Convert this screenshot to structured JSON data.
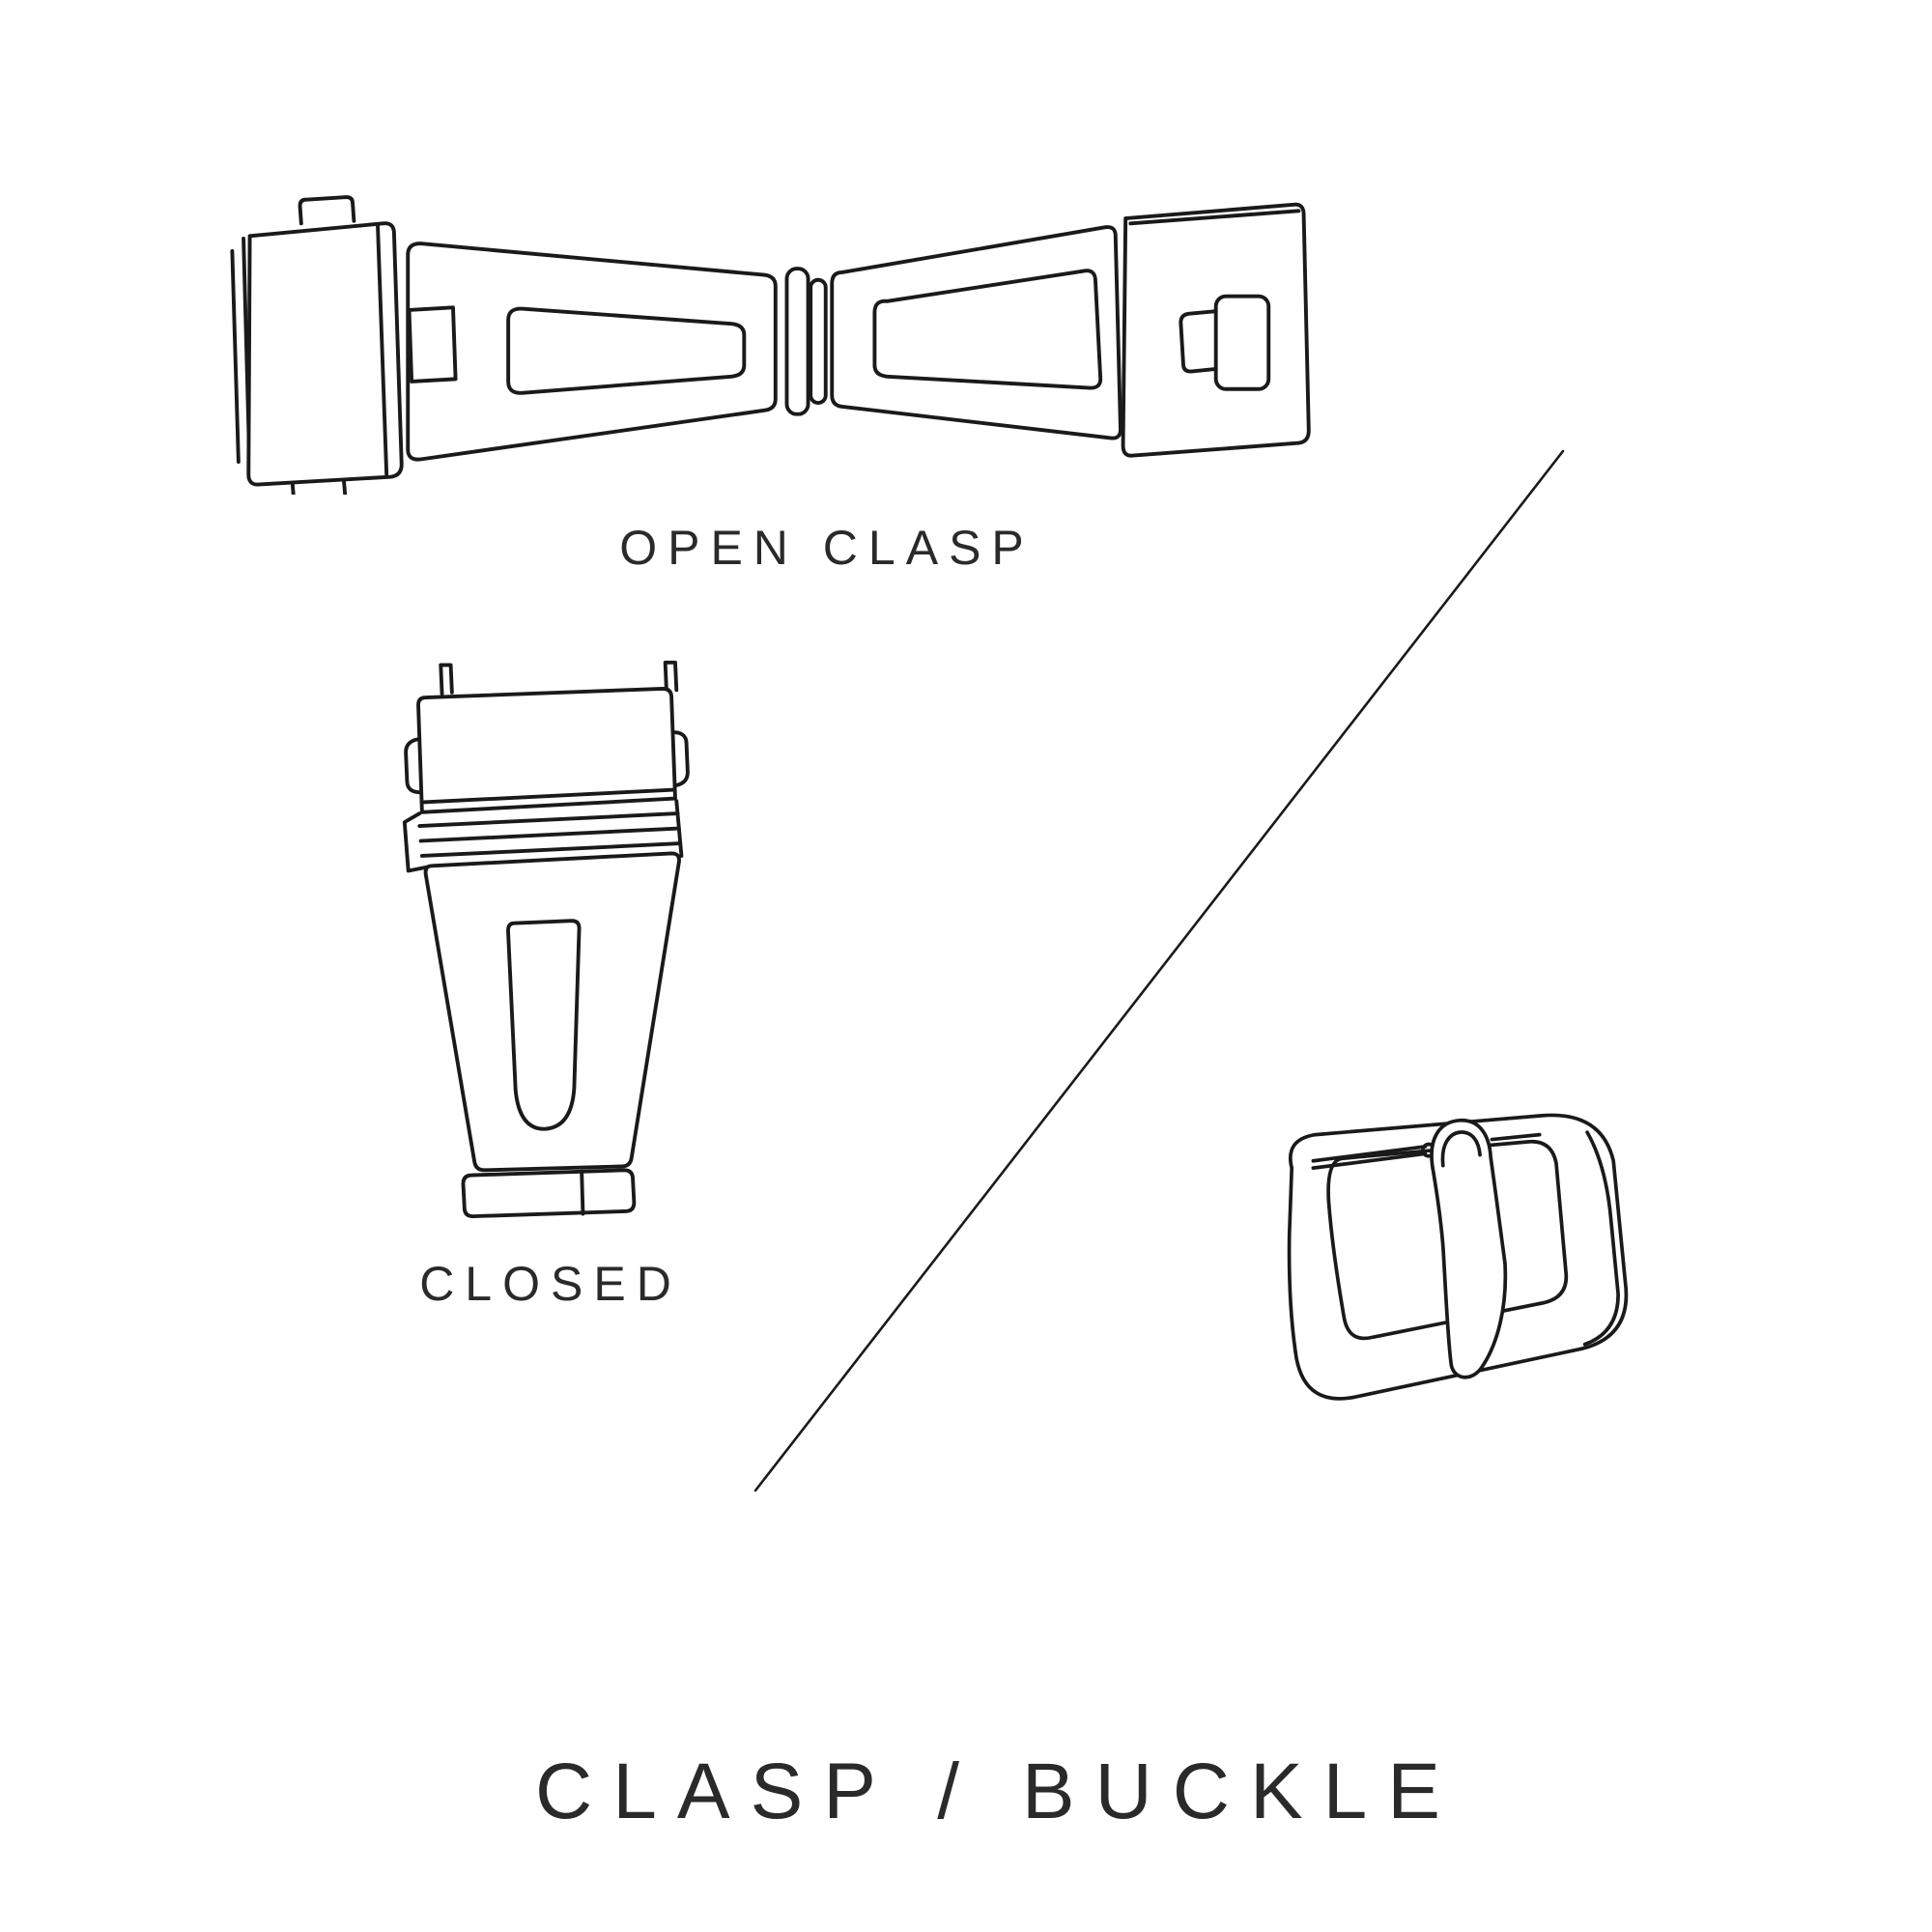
{
  "title": "CLASP / BUCKLE",
  "labels": {
    "open_clasp": "OPEN CLASP",
    "closed": "CLOSED"
  },
  "colors": {
    "background": "#ffffff",
    "line": "#1a1a1a",
    "text": "#2a2a2a"
  },
  "icons": {
    "open_clasp_drawing": "open-clasp-illustration",
    "closed_clasp_drawing": "closed-clasp-illustration",
    "pin_buckle_drawing": "pin-buckle-illustration",
    "divider": "diagonal-divider-line"
  }
}
